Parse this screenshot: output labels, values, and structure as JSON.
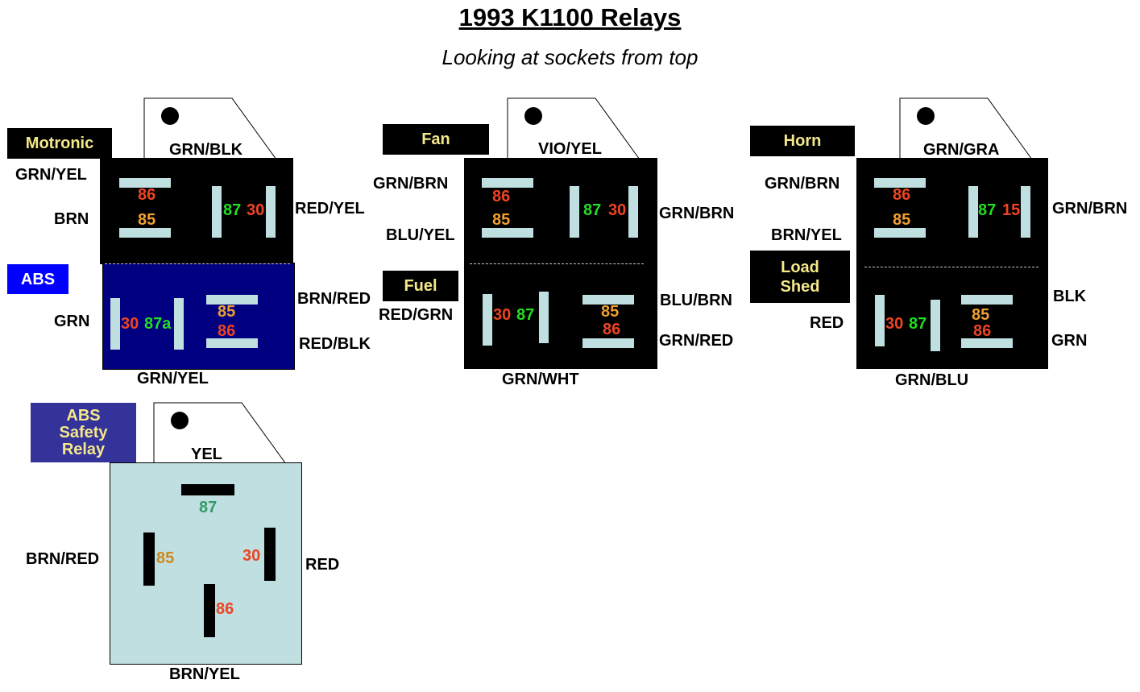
{
  "title": "1993 K1100 Relays",
  "subtitle": "Looking at sockets from top",
  "relays": {
    "motronic": {
      "label": "Motronic",
      "wires": {
        "top": "GRN/BLK",
        "left_top": "GRN/YEL",
        "left_bottom": "BRN",
        "right": "RED/YEL"
      },
      "pins": {
        "p86": "86",
        "p85": "85",
        "p87": "87",
        "p30": "30"
      }
    },
    "abs": {
      "label": "ABS",
      "wires": {
        "left": "GRN",
        "right_top": "BRN/RED",
        "right_bottom": "RED/BLK",
        "bottom": "GRN/YEL"
      },
      "pins": {
        "p30": "30",
        "p87a": "87a",
        "p85": "85",
        "p86": "86"
      }
    },
    "fan": {
      "label": "Fan",
      "wires": {
        "top": "VIO/YEL",
        "left_top": "GRN/BRN",
        "left_bottom": "BLU/YEL",
        "right": "GRN/BRN"
      },
      "pins": {
        "p86": "86",
        "p85": "85",
        "p87": "87",
        "p30": "30"
      }
    },
    "fuel": {
      "label": "Fuel",
      "wires": {
        "left": "RED/GRN",
        "right_top": "BLU/BRN",
        "right_bottom": "GRN/RED",
        "bottom": "GRN/WHT"
      },
      "pins": {
        "p30": "30",
        "p87": "87",
        "p85": "85",
        "p86": "86"
      }
    },
    "horn": {
      "label": "Horn",
      "wires": {
        "top": "GRN/GRA",
        "left_top": "GRN/BRN",
        "left_bottom": "BRN/YEL",
        "right": "GRN/BRN"
      },
      "pins": {
        "p86": "86",
        "p85": "85",
        "p87": "87",
        "p15": "15"
      }
    },
    "load_shed": {
      "label_line1": "Load",
      "label_line2": "Shed",
      "wires": {
        "left": "RED",
        "right_top": "BLK",
        "right_bottom": "GRN",
        "bottom": "GRN/BLU"
      },
      "pins": {
        "p30": "30",
        "p87": "87",
        "p85": "85",
        "p86": "86"
      }
    },
    "abs_safety": {
      "label_line1": "ABS",
      "label_line2": "Safety",
      "label_line3": "Relay",
      "wires": {
        "top": "YEL",
        "left": "BRN/RED",
        "right": "RED",
        "bottom": "BRN/YEL"
      },
      "pins": {
        "p87": "87",
        "p85": "85",
        "p30": "30",
        "p86": "86"
      }
    }
  },
  "colors": {
    "pin_fill": "#bfdfe0",
    "pin_num_red": "#ee4422",
    "pin_num_orange": "#f0a030",
    "pin_num_green": "#22dd22",
    "abs_box": "#000080",
    "label_text": "#f5e88a",
    "abs_label_bg": "#0000ff",
    "safety_label_bg": "#333399",
    "safety_box": "#bfdfe0"
  }
}
